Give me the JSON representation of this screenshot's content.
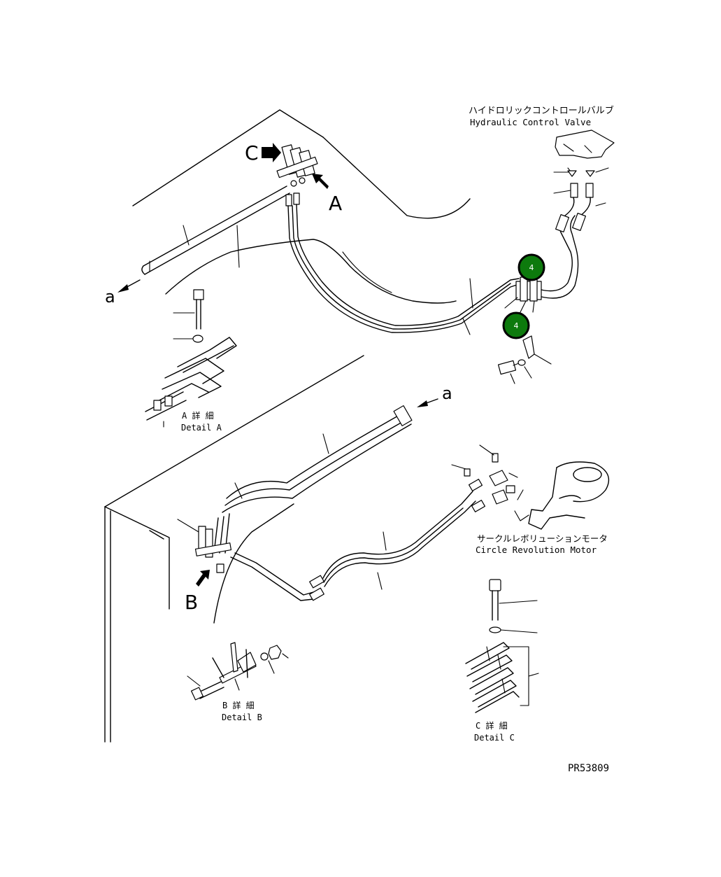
{
  "labels": {
    "hcv_jp": "ハイドロリックコントロールバルブ",
    "hcv_en": "Hydraulic Control Valve",
    "crm_jp": "サークルレボリューションモータ",
    "crm_en": "Circle Revolution Motor",
    "detail_a_jp": "A 詳 細",
    "detail_a_en": "Detail A",
    "detail_b_jp": "B 詳 細",
    "detail_b_en": "Detail B",
    "detail_c_jp": "C 詳 細",
    "detail_c_en": "Detail C",
    "drawing_no": "PR53809"
  },
  "view_letters": {
    "a_upper": "a",
    "a_lower": "a",
    "A": "A",
    "B": "B",
    "C": "C"
  },
  "callouts": [
    {
      "label": "4"
    },
    {
      "label": "4"
    }
  ],
  "colors": {
    "callout_fill": "#0d7a0d",
    "callout_text": "#ffffff",
    "line": "#000000"
  }
}
